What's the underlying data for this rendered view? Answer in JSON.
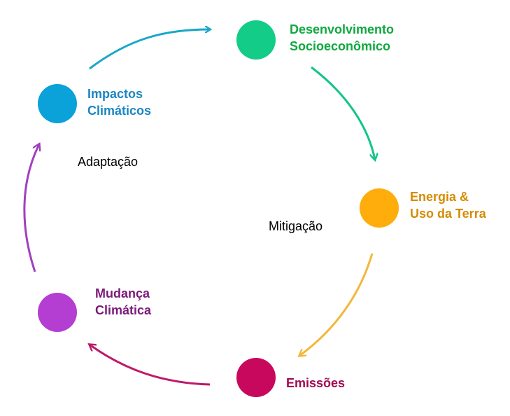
{
  "nodes": {
    "socio": {
      "line1": "Desenvolvimento",
      "line2": "Socioeconômico",
      "color": "#12cc88",
      "label_color": "#0ea83f"
    },
    "energy": {
      "line1": "Energia &",
      "line2": "Uso da Terra",
      "color": "#ffad0c",
      "label_color": "#d48c00"
    },
    "emissions": {
      "line1": "Emissões",
      "color": "#c7085c",
      "label_color": "#a00a52"
    },
    "change": {
      "line1": "Mudança",
      "line2": "Climática",
      "color": "#b43ed1",
      "label_color": "#7a1a7a"
    },
    "impacts": {
      "line1": "Impactos",
      "line2": "Climáticos",
      "color": "#0aa2d8",
      "label_color": "#1a86c2"
    }
  },
  "arrows": {
    "impacts_to_socio": "#18a8c8",
    "socio_to_energy": "#12c48a",
    "energy_to_emissions": "#f2b83a",
    "emissions_to_change": "#c0186a",
    "change_to_impacts": "#a040c0"
  },
  "center": {
    "adaptation": "Adaptação",
    "mitigation": "Mitigação"
  }
}
